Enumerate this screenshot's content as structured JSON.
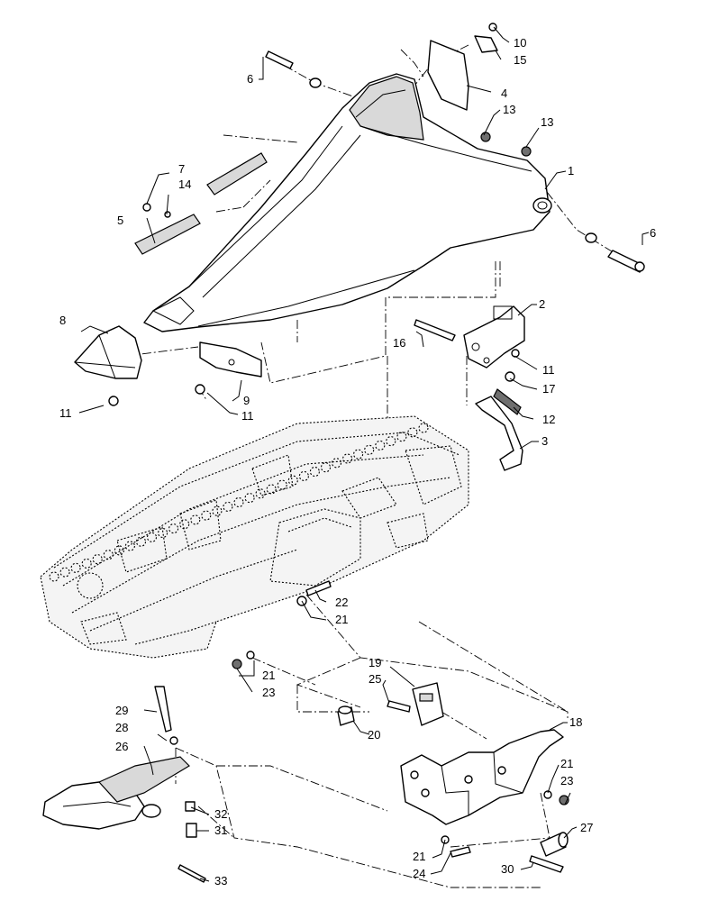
{
  "diagram": {
    "callouts": [
      {
        "id": "c1",
        "label": "1"
      },
      {
        "id": "c2",
        "label": "2"
      },
      {
        "id": "c3",
        "label": "3"
      },
      {
        "id": "c4",
        "label": "4"
      },
      {
        "id": "c5",
        "label": "5"
      },
      {
        "id": "c6a",
        "label": "6"
      },
      {
        "id": "c6b",
        "label": "6"
      },
      {
        "id": "c7",
        "label": "7"
      },
      {
        "id": "c8",
        "label": "8"
      },
      {
        "id": "c9",
        "label": "9"
      },
      {
        "id": "c10",
        "label": "10"
      },
      {
        "id": "c11a",
        "label": "11"
      },
      {
        "id": "c11b",
        "label": "11"
      },
      {
        "id": "c11c",
        "label": "11"
      },
      {
        "id": "c12",
        "label": "12"
      },
      {
        "id": "c13a",
        "label": "13"
      },
      {
        "id": "c13b",
        "label": "13"
      },
      {
        "id": "c14",
        "label": "14"
      },
      {
        "id": "c15",
        "label": "15"
      },
      {
        "id": "c16",
        "label": "16"
      },
      {
        "id": "c17",
        "label": "17"
      },
      {
        "id": "c18",
        "label": "18"
      },
      {
        "id": "c19",
        "label": "19"
      },
      {
        "id": "c20",
        "label": "20"
      },
      {
        "id": "c21a",
        "label": "21"
      },
      {
        "id": "c21b",
        "label": "21"
      },
      {
        "id": "c21c",
        "label": "21"
      },
      {
        "id": "c21d",
        "label": "21"
      },
      {
        "id": "c22",
        "label": "22"
      },
      {
        "id": "c23a",
        "label": "23"
      },
      {
        "id": "c23b",
        "label": "23"
      },
      {
        "id": "c24",
        "label": "24"
      },
      {
        "id": "c25",
        "label": "25"
      },
      {
        "id": "c26",
        "label": "26"
      },
      {
        "id": "c27",
        "label": "27"
      },
      {
        "id": "c28",
        "label": "28"
      },
      {
        "id": "c29",
        "label": "29"
      },
      {
        "id": "c30",
        "label": "30"
      },
      {
        "id": "c31",
        "label": "31"
      },
      {
        "id": "c32",
        "label": "32"
      },
      {
        "id": "c33",
        "label": "33"
      }
    ]
  }
}
